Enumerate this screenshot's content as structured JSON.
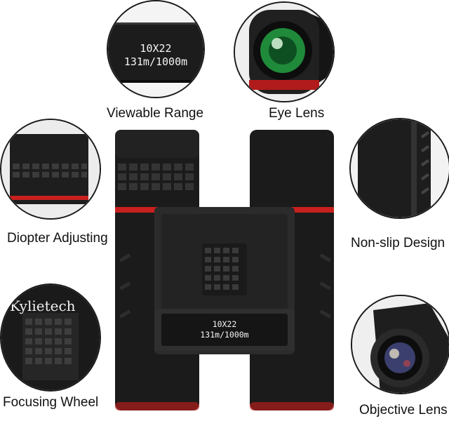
{
  "callouts": {
    "viewable_range": {
      "label": "Viewable Range",
      "spec_magnification": "10X22",
      "spec_field": "131m/1000m"
    },
    "eye_lens": {
      "label": "Eye Lens"
    },
    "diopter_adjusting": {
      "label": "Diopter Adjusting"
    },
    "non_slip_design": {
      "label": "Non-slip Design"
    },
    "focusing_wheel": {
      "label": "Focusing Wheel",
      "brand": "Kylietech"
    },
    "objective_lens": {
      "label": "Objective Lens"
    }
  },
  "product": {
    "bridge_spec_magnification": "10X22",
    "bridge_spec_field": "131m/1000m"
  },
  "colors": {
    "accent_ring": "#c8201e",
    "body_dark": "#1b1b1b",
    "lens_green": "#1f8a3a"
  }
}
